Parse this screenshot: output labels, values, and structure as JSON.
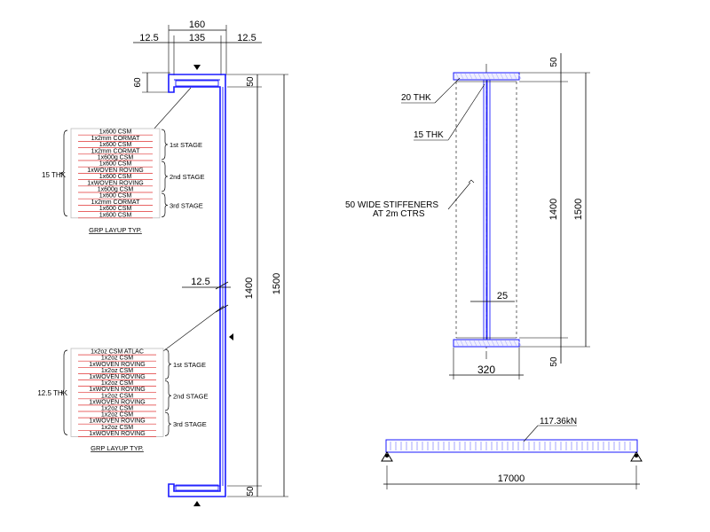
{
  "section": {
    "dims_top": {
      "overall": "160",
      "inner": "135",
      "left": "12.5",
      "right": "12.5"
    },
    "lip_height": "60",
    "flange_top": "50",
    "flange_bottom": "50",
    "web_height": "1400",
    "overall_height": "1500",
    "web_thk": "12.5"
  },
  "layup_flange": {
    "thickness": "15 THK",
    "items": [
      "1x600 CSM",
      "1x2mm CORMAT",
      "1x600 CSM",
      "1x2mm CORMAT",
      "1x600g CSM",
      "1x600 CSM",
      "1xWOVEN ROVING",
      "1x600 CSM",
      "1xWOVEN ROVING",
      "1x600g CSM",
      "1x600 CSM",
      "1x2mm CORMAT",
      "1x600 CSM",
      "1x600 CSM"
    ],
    "stages": [
      "1st STAGE",
      "2nd STAGE",
      "3rd STAGE"
    ],
    "caption": "GRP LAYUP TYP."
  },
  "layup_web": {
    "thickness": "12.5 THK",
    "items": [
      "1x2oz CSM ATLAC",
      "1x2oz CSM",
      "1xWOVEN ROVING",
      "1x2oz CSM",
      "1xWOVEN ROVING",
      "1x2oz CSM",
      "1xWOVEN ROVING",
      "1x2oz CSM",
      "1xWOVEN ROVING",
      "1x2oz CSM",
      "1x2oz CSM",
      "1xWOVEN ROVING",
      "1x2oz CSM",
      "1xWOVEN ROVING"
    ],
    "stages": [
      "1st STAGE",
      "2nd STAGE",
      "3rd STAGE"
    ],
    "caption": "GRP LAYUP TYP."
  },
  "ibeam": {
    "flange_thk": "20 THK",
    "web_thk": "15 THK",
    "stiffeners": [
      "50 WIDE STIFFENERS",
      "AT 2m CTRS"
    ],
    "web_gap": "25",
    "width": "320",
    "top_flange": "50",
    "bottom_flange": "50",
    "inner_height": "1400",
    "overall_height": "1500"
  },
  "beam": {
    "load": "117.36kN",
    "span": "17000"
  }
}
